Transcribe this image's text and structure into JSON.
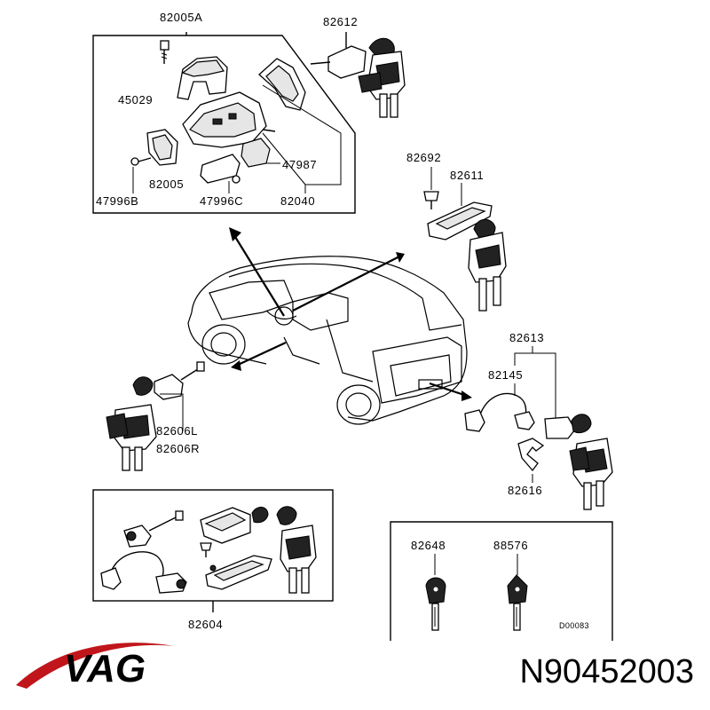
{
  "diagram": {
    "labels": {
      "p82005A": "82005A",
      "p82612": "82612",
      "p45029": "45029",
      "p47987": "47987",
      "p82005": "82005",
      "p47996B": "47996B",
      "p47996C": "47996C",
      "p82040": "82040",
      "p82692": "82692",
      "p82611": "82611",
      "p82613": "82613",
      "p82145": "82145",
      "p82606L": "82606L",
      "p82606R": "82606R",
      "p82616": "82616",
      "p82604": "82604",
      "p82648": "82648",
      "p88576": "88576",
      "code": "D00083"
    }
  },
  "brand": {
    "logo_text": "VAG",
    "logo_color": "#c0161b",
    "part_number": "N90452003"
  }
}
